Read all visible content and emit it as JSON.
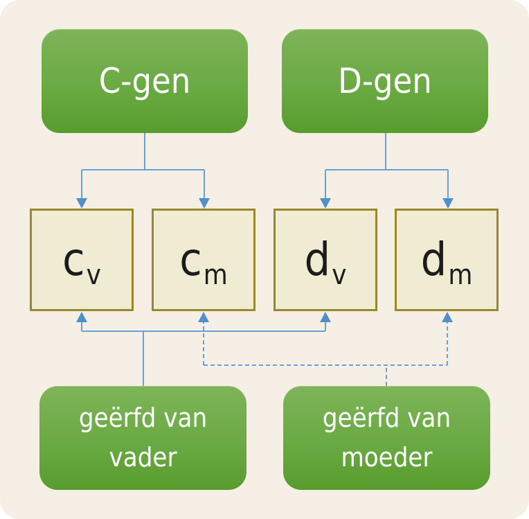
{
  "canvas": {
    "background": "#f5efe6",
    "outer_background": "#ffffff"
  },
  "colors": {
    "gene_box_gradient_top": "#7eb459",
    "gene_box_gradient_bottom": "#589c2e",
    "gene_box_text": "#ffffff",
    "allele_box_fill": "#f0ebd3",
    "allele_box_border": "#97892b",
    "allele_text": "#1c1c1c",
    "connector_line_blue": "#6aa0d8",
    "arrowhead_blue": "#4f8fca"
  },
  "genes": [
    {
      "id": "C",
      "label": "C-gen"
    },
    {
      "id": "D",
      "label": "D-gen"
    }
  ],
  "alleles": [
    {
      "id": "cv",
      "base": "c",
      "sub": "v"
    },
    {
      "id": "cm",
      "base": "c",
      "sub": "m"
    },
    {
      "id": "dv",
      "base": "d",
      "sub": "v"
    },
    {
      "id": "dm",
      "base": "d",
      "sub": "m"
    }
  ],
  "sources": [
    {
      "id": "vader",
      "line1": "geërfd van",
      "line2": "vader",
      "line_style": "solid"
    },
    {
      "id": "moeder",
      "line1": "geërfd van",
      "line2": "moeder",
      "line_style": "dashed"
    }
  ],
  "edges": [
    {
      "from": "C-gen",
      "to": "cv",
      "style": "solid"
    },
    {
      "from": "C-gen",
      "to": "cm",
      "style": "solid"
    },
    {
      "from": "D-gen",
      "to": "dv",
      "style": "solid"
    },
    {
      "from": "D-gen",
      "to": "dm",
      "style": "solid"
    },
    {
      "from": "geërfd van vader",
      "to": "cv",
      "style": "solid"
    },
    {
      "from": "geërfd van vader",
      "to": "dv",
      "style": "solid"
    },
    {
      "from": "geërfd van moeder",
      "to": "cm",
      "style": "dashed"
    },
    {
      "from": "geërfd van moeder",
      "to": "dm",
      "style": "dashed"
    }
  ]
}
